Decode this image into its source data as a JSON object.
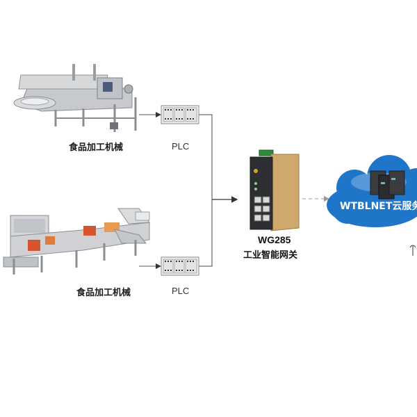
{
  "machine_top": {
    "label": "食品加工机械"
  },
  "machine_bottom": {
    "label": "食品加工机械"
  },
  "plc_top": {
    "label": "PLC"
  },
  "plc_bottom": {
    "label": "PLC"
  },
  "gateway": {
    "model": "WG285",
    "description": "工业智能网关"
  },
  "cloud": {
    "label": "WTBLNET云服务"
  },
  "colors": {
    "cloud_blue": "#1f76c9",
    "gateway_body": "#cfa86b",
    "machine_steel": "#b9bcc0",
    "connector": "#333333",
    "dashed": "#999999"
  }
}
